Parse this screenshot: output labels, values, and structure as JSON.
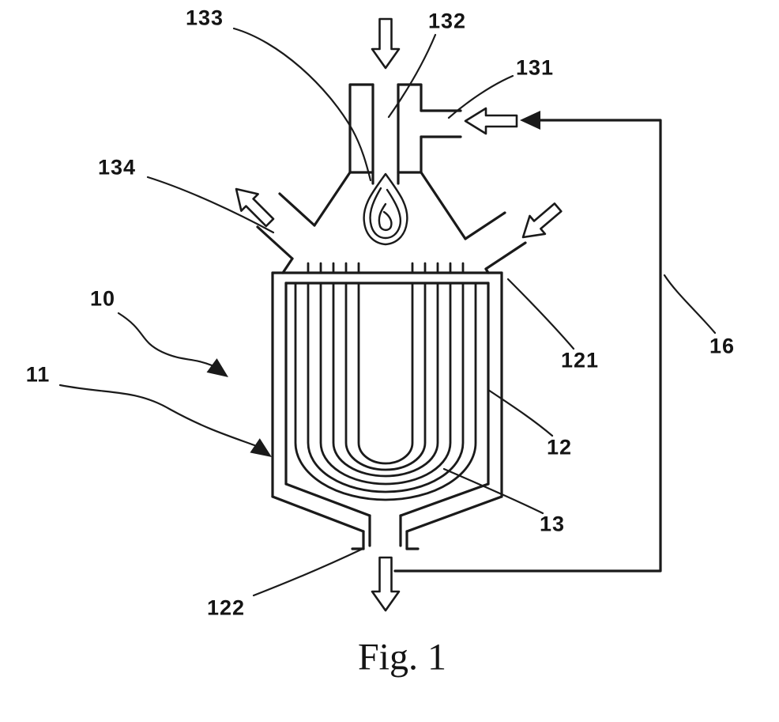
{
  "figure": {
    "caption": "Fig. 1",
    "labels": {
      "n10": "10",
      "n11": "11",
      "n12": "12",
      "n13": "13",
      "n16": "16",
      "n121": "121",
      "n122": "122",
      "n131": "131",
      "n132": "132",
      "n133": "133",
      "n134": "134"
    },
    "colors": {
      "ink": "#1a1a1a",
      "background": "#ffffff"
    }
  }
}
